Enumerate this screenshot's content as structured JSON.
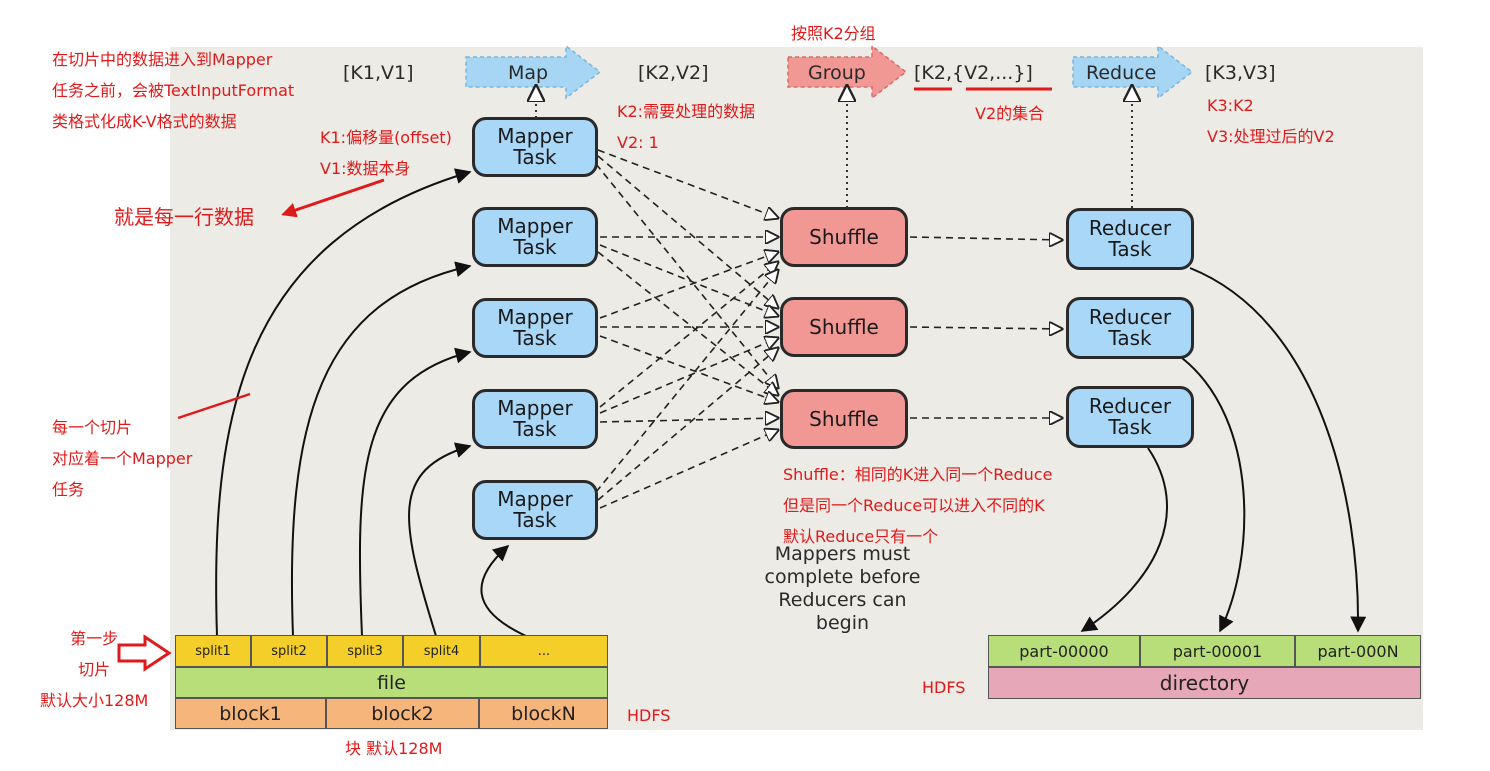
{
  "top_labels": {
    "k1v1": "[K1,V1]",
    "map": "Map",
    "k2v2": "[K2,V2]",
    "group": "Group",
    "k2_v2_list": "[K2,{V2,...}]",
    "reduce": "Reduce",
    "k3v3": "[K3,V3]"
  },
  "mapper_tasks": [
    "Mapper\nTask",
    "Mapper\nTask",
    "Mapper\nTask",
    "Mapper\nTask",
    "Mapper\nTask"
  ],
  "shuffles": [
    "Shuffle",
    "Shuffle",
    "Shuffle"
  ],
  "reducer_tasks": [
    "Reducer\nTask",
    "Reducer\nTask",
    "Reducer\nTask"
  ],
  "splits": [
    "split1",
    "split2",
    "split3",
    "split4",
    "..."
  ],
  "file_label": "file",
  "blocks": [
    "block1",
    "block2",
    "blockN"
  ],
  "parts": [
    "part-00000",
    "part-00001",
    "part-000N"
  ],
  "directory_label": "directory",
  "mappers_note": "Mappers must\ncomplete before\nReducers can\nbegin",
  "annotations": {
    "input_format": "在切片中的数据进入到Mapper\n任务之前，会被TextInputFormat\n类格式化成K-V格式的数据",
    "k1_v1": "K1:偏移量(offset)\nV1:数据本身",
    "each_line": "就是每一行数据",
    "k2_v2": "K2:需要处理的数据\nV2: 1",
    "group_by": "按照K2分组",
    "v2_set": "V2的集合",
    "k3_v3": "K3:K2\nV3:处理过后的V2",
    "split_mapper": "每一个切片\n对应着一个Mapper\n任务",
    "shuffle_note": "Shuffle：相同的K进入同一个Reduce\n但是同一个Reduce可以进入不同的K\n默认Reduce只有一个",
    "step_one": "第一步\n切片\n默认大小128M",
    "hdfs_left": "HDFS",
    "hdfs_right": "HDFS",
    "block_note": "块  默认128M"
  },
  "colors": {
    "annotation_red": "#e01a1a",
    "mapper_blue": "#a9d7f7",
    "shuffle_red": "#f19794",
    "split_yellow": "#f4cf2a",
    "file_green": "#b8de79",
    "block_orange": "#f6b57a",
    "directory_pink": "#e6a7b8"
  }
}
